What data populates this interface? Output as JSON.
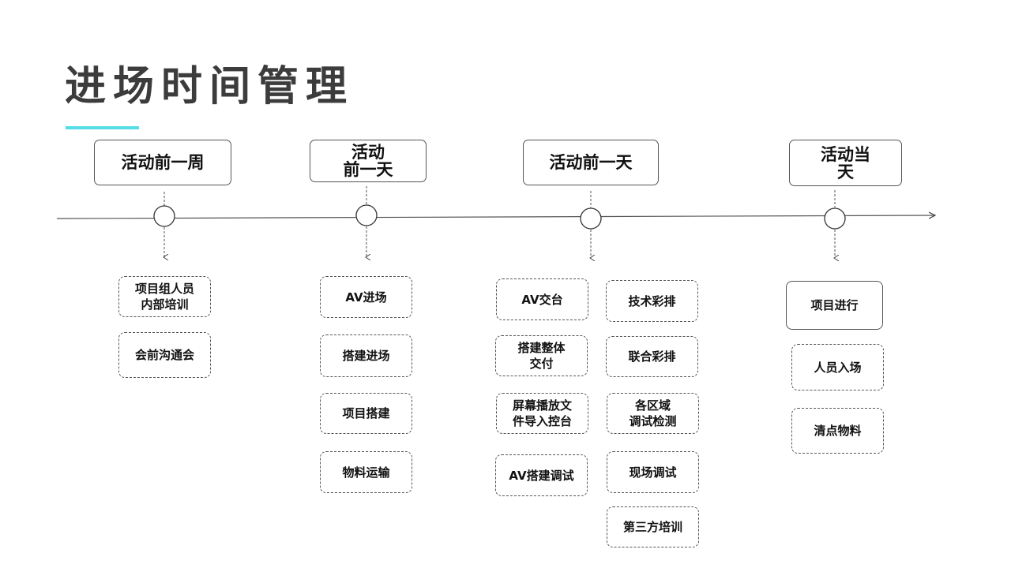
{
  "title": "进场时间管理",
  "colors": {
    "accent": "#54dde6",
    "line": "#555555",
    "text": "#111111",
    "title": "#3c3c3c"
  },
  "phases": [
    {
      "label": "活动前一周"
    },
    {
      "label": "活动\n前一天"
    },
    {
      "label": "活动前一天"
    },
    {
      "label": "活动当\n天"
    }
  ],
  "tasks": {
    "week_before": [
      "项目组人员\n内部培训",
      "会前沟通会"
    ],
    "day_before_a": [
      "AV进场",
      "搭建进场",
      "项目搭建",
      "物料运输"
    ],
    "day_before_b_left": [
      "AV交台",
      "搭建整体\n交付",
      "屏幕播放文\n件导入控台",
      "AV搭建调试"
    ],
    "day_before_b_right": [
      "技术彩排",
      "联合彩排",
      "各区域\n调试检测",
      "现场调试",
      "第三方培训"
    ],
    "event_day": [
      "项目进行",
      "人员入场",
      "清点物料"
    ]
  }
}
